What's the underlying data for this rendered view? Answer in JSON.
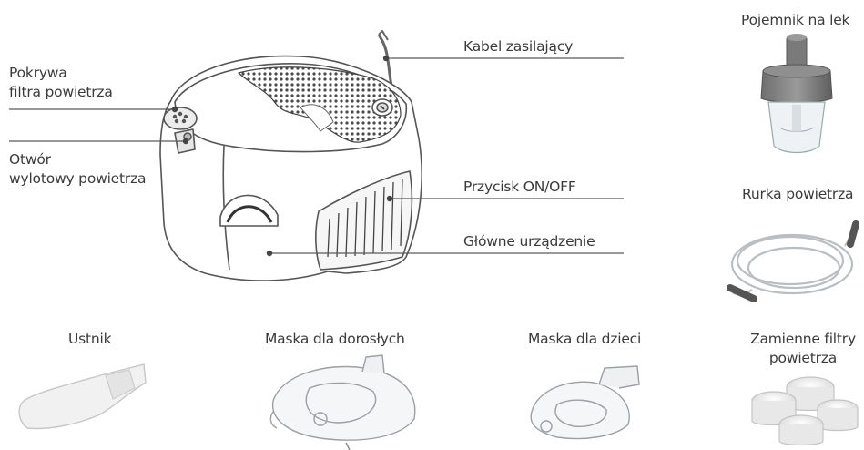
{
  "labels": {
    "kabel": "Kabel zasilający",
    "pokrywa_line1": "Pokrywa",
    "pokrywa_line2": "filtra powietrza",
    "otwor_line1": "Otwór",
    "otwor_line2": "wylotowy powietrza",
    "przycisk": "Przycisk ON/OFF",
    "glowne": "Główne urządzenie",
    "pojemnik": "Pojemnik na lek",
    "rurka": "Rurka powietrza",
    "ustnik": "Ustnik",
    "maska_dorosli": "Maska dla dorosłych",
    "maska_dzieci": "Maska dla dzieci",
    "filtry_line1": "Zamienne filtry",
    "filtry_line2": "powietrza"
  },
  "colors": {
    "line": "#5a5a5a",
    "device_fill": "#ffffff",
    "device_stroke": "#555555",
    "grille": "#444444",
    "part_gray": "#8a8a8a",
    "part_light": "#dcdcdc"
  },
  "icons": [
    "nebulizer-device",
    "medicine-cup",
    "air-tube",
    "mouthpiece",
    "adult-mask",
    "child-mask",
    "air-filters"
  ]
}
